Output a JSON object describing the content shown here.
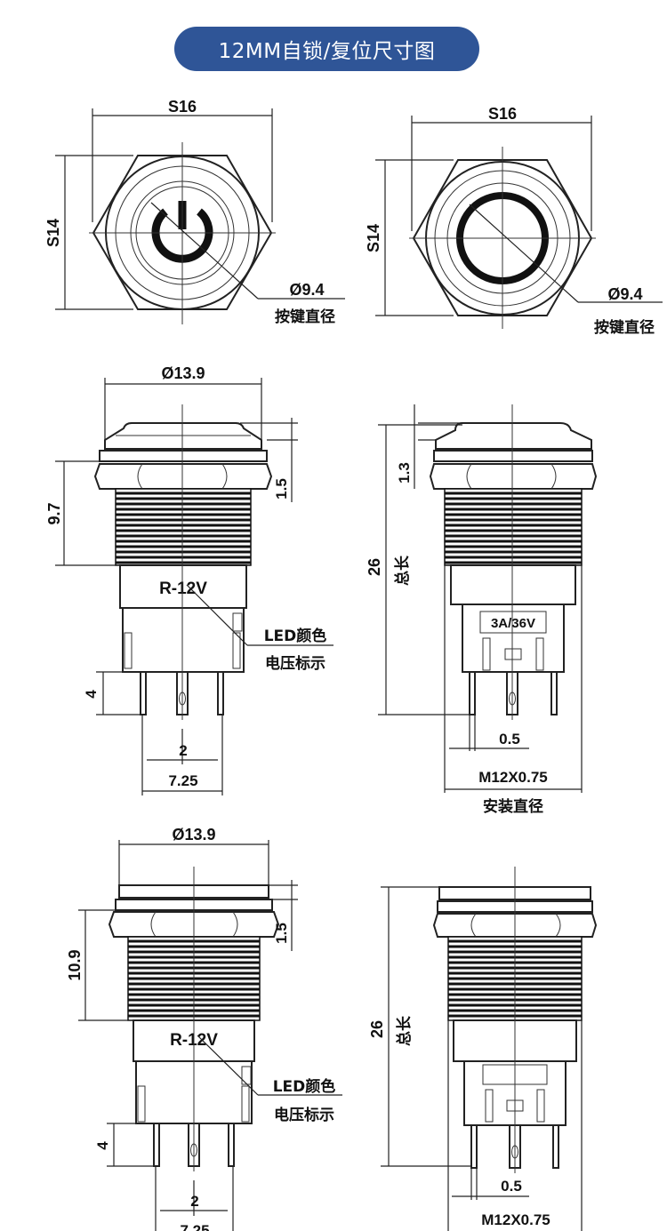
{
  "title": "12MM自锁/复位尺寸图",
  "top_left": {
    "width_label": "S16",
    "height_label": "S14",
    "dia_label": "Ø9.4",
    "dia_caption": "按键直径"
  },
  "top_right": {
    "width_label": "S16",
    "height_label": "S14",
    "dia_label": "Ø9.4",
    "dia_caption": "按键直径"
  },
  "mid_left": {
    "head_dia": "Ø13.9",
    "flange": "1.5",
    "thread_len": "9.7",
    "body_text": "R-12V",
    "led_caption_1": "LED颜色",
    "led_caption_2": "电压标示",
    "pin_len": "4",
    "pin_pitch": "2",
    "pin_span": "7.25"
  },
  "mid_right": {
    "head_h": "1.3",
    "total_len": "26",
    "total_caption": "总长",
    "body_text": "3A/36V",
    "pin_thk": "0.5",
    "thread": "M12X0.75",
    "thread_caption": "安装直径"
  },
  "bot_left": {
    "head_dia": "Ø13.9",
    "flange": "1.5",
    "thread_len": "10.9",
    "body_text": "R-12V",
    "led_caption_1": "LED颜色",
    "led_caption_2": "电压标示",
    "pin_len": "4",
    "pin_pitch": "2",
    "pin_span": "7.25"
  },
  "bot_right": {
    "total_len": "26",
    "total_caption": "总长",
    "pin_thk": "0.5",
    "thread": "M12X0.75"
  }
}
